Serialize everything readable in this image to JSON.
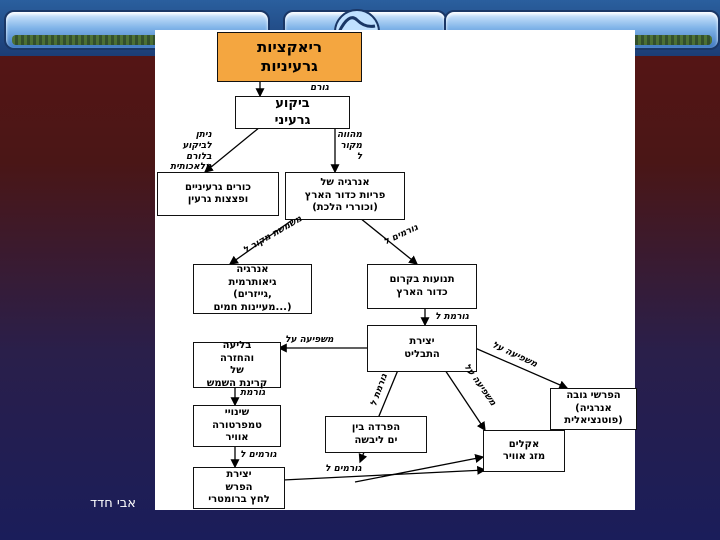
{
  "title": "ריאקציות\nגרעיניות",
  "nodes": {
    "fission": "ביקוע\nגרעיני",
    "nuclei": "כורים גרעיניים\nופצצות גרעין",
    "earth_energy": "אנרגיה של\nפריות כדור הארץ\n(וכוררי הלכת)",
    "geothermal": "אנרגיה\nגיאותרמית\n(גייזרים,\nמעיינות חמים...)",
    "crust_motion": "תנועות בקרום\nכדור הארץ",
    "topography": "יצירת\nהתבליט",
    "absorption": "בליעה\nוהחזרה\nשל\nקרינת השמש",
    "potential": "הפרשי גובה\n(אנרגיה\nפוטנציאלית)",
    "temperature": "שינויי\nטמפרטורה\nאוויר",
    "land_sea": "הפרדה בין\nים ליבשה",
    "climate": "אקלים\nמזג אוויר",
    "pressure": "יצירת\nהפרש\nלחץ ברומטרי"
  },
  "labels": {
    "cause_top": "גורם",
    "fission_left": "ניתן\nלביקוע\nבלורם\nמלאכותית",
    "fission_right": "מהווה\nמקור\nל",
    "edge_source": "משמשת מקור ל",
    "edge_causes": "גורמים ל",
    "edge_causes2": "גורמת ל",
    "edge_affects": "משפיעה על",
    "edge_affects2": "משפיעה על",
    "edge_affects3": "משפיעה על",
    "edge_causes3": "גורמת ל",
    "edge_causes4": "גורמת",
    "edge_causes5": "גורמים ל",
    "edge_causes6": "גורמים ל"
  },
  "author": "אבי חדד",
  "colors": {
    "title_box": "#f4a640",
    "header": "#1c3d75"
  }
}
